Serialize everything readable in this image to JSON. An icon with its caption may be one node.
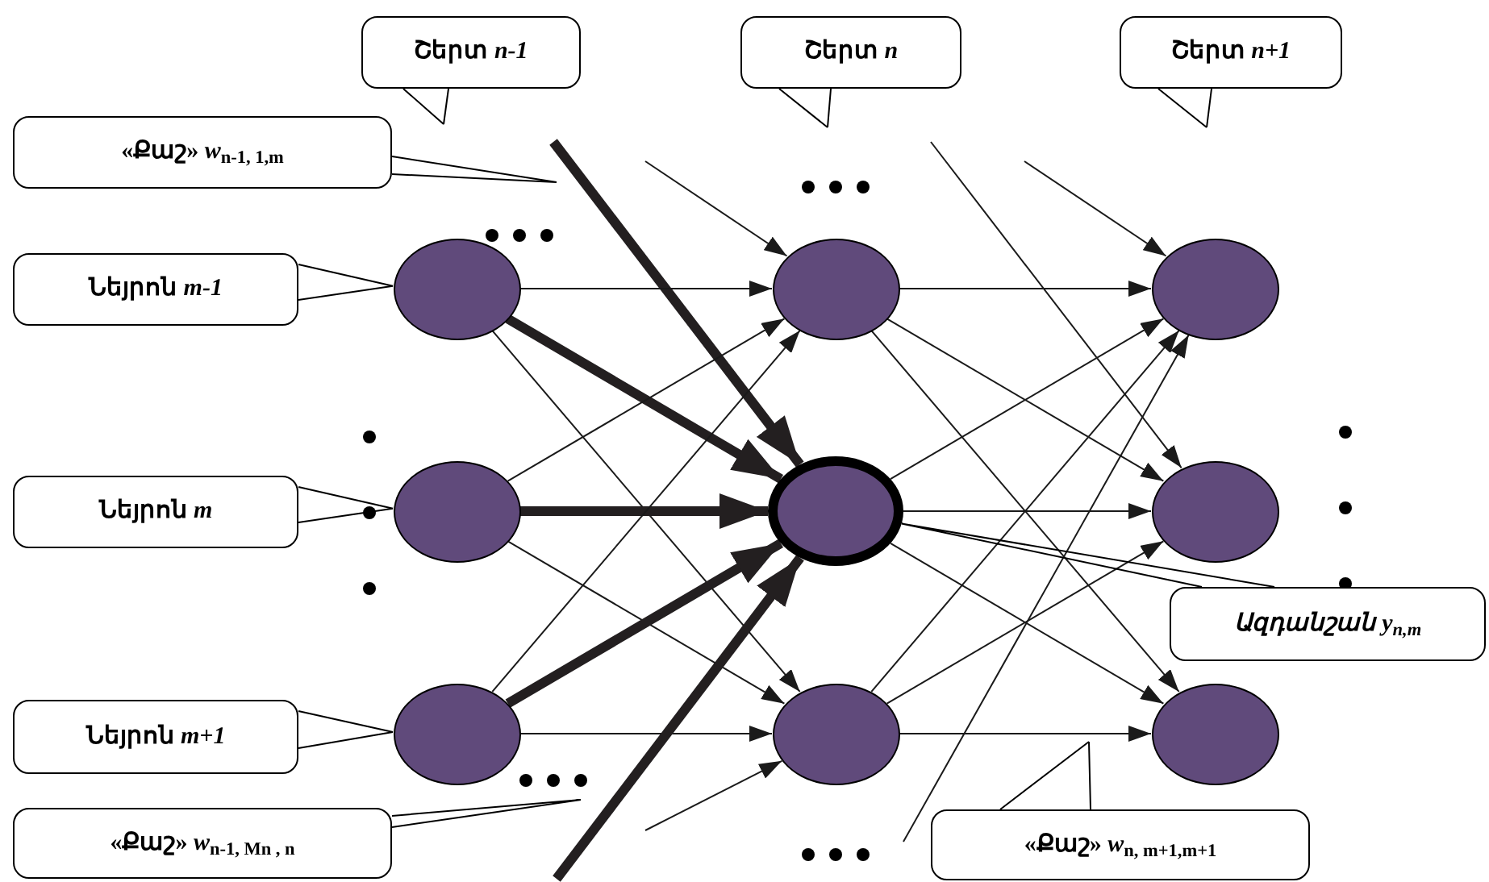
{
  "diagram": {
    "nodes": [
      {
        "text": [],
        "shape": "circle"
      },
      {
        "text": [],
        "shape": "circle"
      },
      {
        "text": [],
        "shape": "circle"
      },
      {
        "text": [],
        "shape": "circle"
      },
      {
        "text": [],
        "shape": "circle"
      },
      {
        "text": [],
        "shape": "circle"
      },
      {
        "text": [],
        "shape": "circle"
      },
      {
        "text": [],
        "shape": "circle"
      },
      {
        "text": [],
        "shape": "circle"
      },
      {
        "text": [
          "Շերտ *n-1*"
        ]
      },
      {
        "text": [
          "Շերտ *n*"
        ]
      },
      {
        "text": [
          "Շերտ *n+1*"
        ]
      },
      {
        "text": [
          "«Քաշ» *w*$_{n-1, 1,m}$"
        ]
      },
      {
        "text": [
          "Նեյրոն  *m-1*"
        ]
      },
      {
        "text": [
          "Նեյրոն  *m*"
        ]
      },
      {
        "text": [
          "Նեյրոն  *m+1*"
        ]
      },
      {
        "text": [
          "«Քաշ» *w*$_{n-1, M}$$_{n}$$_{ , n}$"
        ]
      },
      {
        "text": [
          "*Ազդանշան*  *y*$_{n,m}$"
        ]
      },
      {
        "text": [
          "«Քաշ» *w*$_{n, m+1,m+1}$"
        ]
      }
    ],
    "edges": [
      {
        "from": null,
        "to": 4,
        "arrow": "to",
        "style": "thick"
      },
      {
        "from": null,
        "to": 3,
        "arrow": "to"
      },
      {
        "from": 0,
        "to": 3,
        "arrow": "to"
      },
      {
        "from": 0,
        "to": 4,
        "arrow": "to",
        "style": "thick"
      },
      {
        "from": 0,
        "to": 5,
        "arrow": "to"
      },
      {
        "from": 1,
        "to": 3,
        "arrow": "to"
      },
      {
        "from": 1,
        "to": 4,
        "arrow": "to",
        "style": "thick"
      },
      {
        "from": 1,
        "to": 5,
        "arrow": "to"
      },
      {
        "from": 2,
        "to": 3,
        "arrow": "to"
      },
      {
        "from": 2,
        "to": 4,
        "arrow": "to",
        "style": "thick"
      },
      {
        "from": 2,
        "to": 5,
        "arrow": "to"
      },
      {
        "from": null,
        "to": 4,
        "arrow": "to",
        "style": "thick"
      },
      {
        "from": null,
        "to": 5,
        "arrow": "to"
      },
      {
        "from": 3,
        "to": 6,
        "arrow": "to"
      },
      {
        "from": 3,
        "to": 7,
        "arrow": "to"
      },
      {
        "from": 3,
        "to": 8,
        "arrow": "to"
      },
      {
        "from": 4,
        "to": 6,
        "arrow": "to"
      },
      {
        "from": 4,
        "to": 7,
        "arrow": "to"
      },
      {
        "from": 4,
        "to": 8,
        "arrow": "to"
      },
      {
        "from": 5,
        "to": 6,
        "arrow": "to"
      },
      {
        "from": 5,
        "to": 7,
        "arrow": "to"
      },
      {
        "from": 5,
        "to": 8,
        "arrow": "to"
      },
      {
        "from": null,
        "to": 7,
        "arrow": "to"
      },
      {
        "from": null,
        "to": 6,
        "arrow": "to"
      },
      {
        "from": null,
        "to": 6,
        "arrow": "to"
      },
      {
        "from": 9,
        "to": null,
        "arrow": "none"
      },
      {
        "from": 10,
        "to": null,
        "arrow": "none"
      },
      {
        "from": 11,
        "to": null,
        "arrow": "none"
      },
      {
        "from": 12,
        "to": null,
        "arrow": "none"
      },
      {
        "from": 13,
        "to": 0,
        "arrow": "none"
      },
      {
        "from": 14,
        "to": 1,
        "arrow": "none"
      },
      {
        "from": 15,
        "to": 2,
        "arrow": "none"
      },
      {
        "from": 16,
        "to": null,
        "arrow": "none"
      },
      {
        "from": 17,
        "to": 4,
        "arrow": "none"
      },
      {
        "from": 18,
        "to": null,
        "arrow": "none"
      }
    ]
  }
}
